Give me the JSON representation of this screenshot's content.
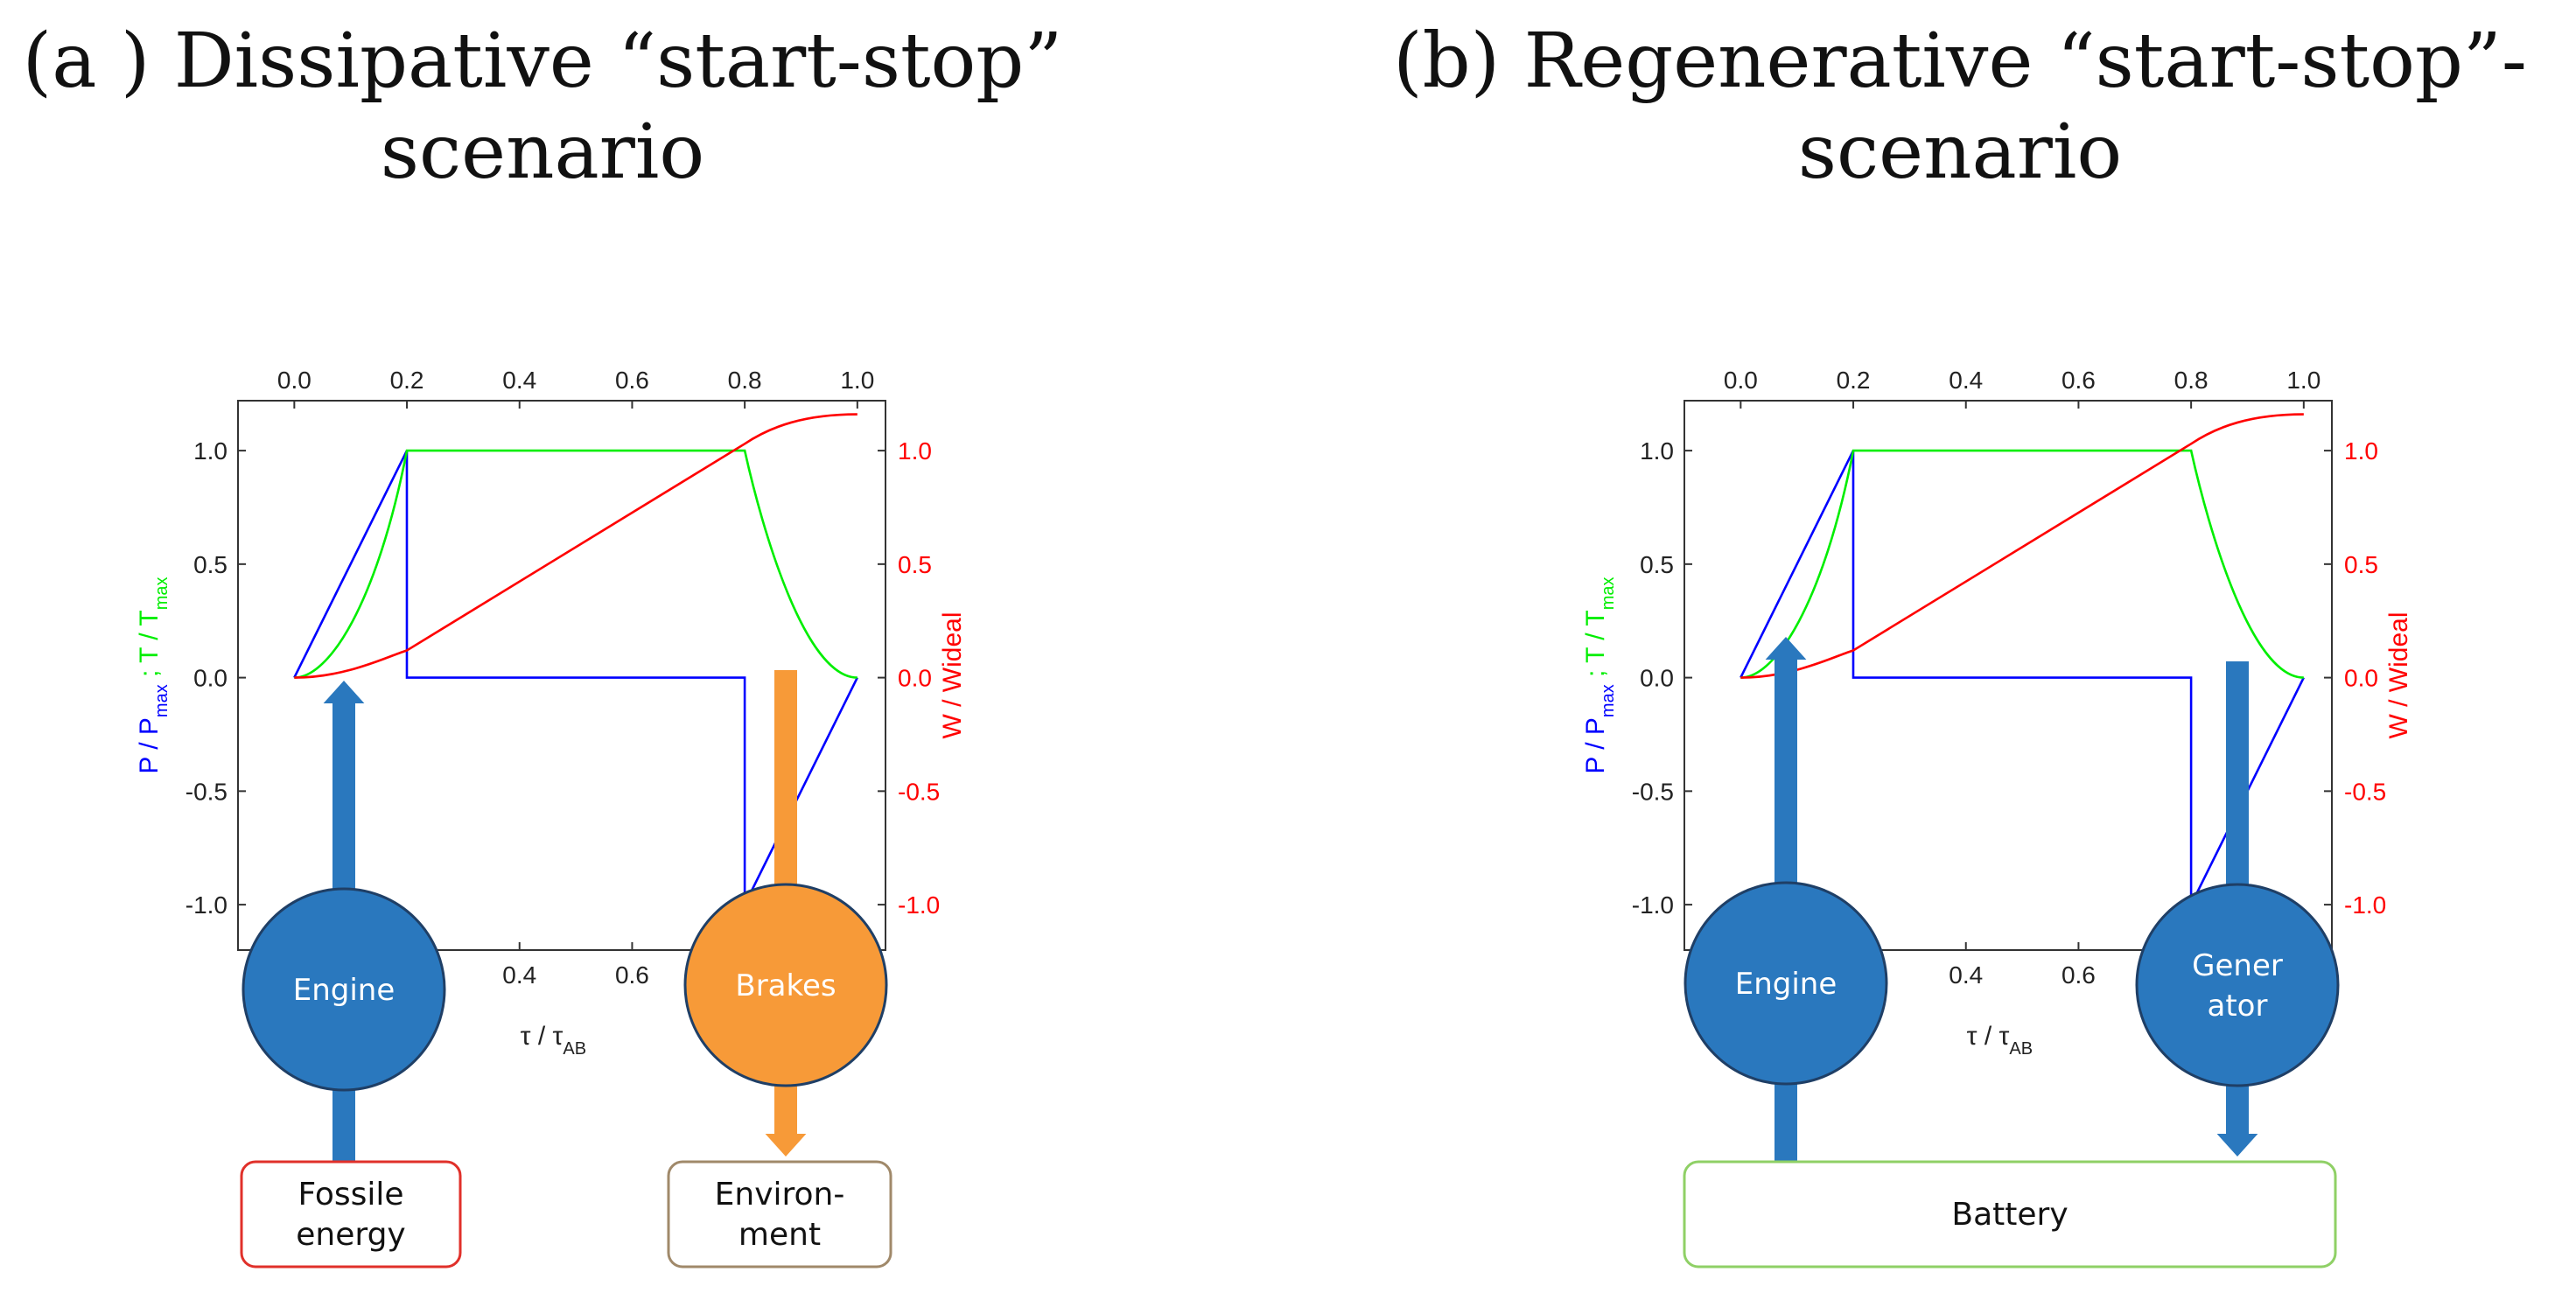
{
  "titles": {
    "a_line1": "(a ) Dissipative “start-stop”",
    "a_line2": "scenario",
    "b_line1": "(b) Regenerative “start-stop”-",
    "b_line2": "scenario"
  },
  "colors": {
    "power": "#0000ff",
    "temperature": "#00ee00",
    "work": "#ff0000",
    "engine_node": "#2a78be",
    "brakes_node": "#f79a38",
    "generator_node": "#2a78be",
    "arrow_blue": "#2a78be",
    "arrow_orange": "#f79a38",
    "fossile_border": "#e0302a",
    "environment_border": "#a0896a",
    "battery_border": "#8fd066"
  },
  "chart_data": [
    {
      "type": "line",
      "panel": "a",
      "xlabel": "τ / τAB",
      "ylabel_left": "P / Pmax ; T / Tmax",
      "ylabel_right": "W / Wideal",
      "xlim": [
        -0.1,
        1.05
      ],
      "ylim": [
        -1.2,
        1.22
      ],
      "x_ticks_top": [
        "0.0",
        "0.2",
        "0.4",
        "0.6",
        "0.8",
        "1.0"
      ],
      "x_ticks_bottom": [
        "0.4",
        "0.6"
      ],
      "y_ticks_left": [
        "1.0",
        "0.5",
        "0.0",
        "-0.5",
        "-1.0"
      ],
      "y_ticks_right": [
        "1.0",
        "0.5",
        "0.0",
        "-0.5",
        "-1.0"
      ],
      "series": [
        {
          "name": "P / Pmax",
          "color": "#0000ff",
          "points": [
            [
              0,
              0
            ],
            [
              0.2,
              1
            ],
            [
              0.2,
              0
            ],
            [
              0.8,
              0
            ],
            [
              0.8,
              -1
            ],
            [
              1,
              0
            ]
          ]
        },
        {
          "name": "T / Tmax",
          "color": "#00ee00",
          "points": [
            [
              0,
              0
            ],
            [
              0.1,
              0.25
            ],
            [
              0.2,
              1
            ],
            [
              0.8,
              1
            ],
            [
              0.9,
              0.25
            ],
            [
              1,
              0
            ]
          ]
        },
        {
          "name": "W / Wideal",
          "color": "#ff0000",
          "points": [
            [
              0,
              0
            ],
            [
              0.1,
              0.03
            ],
            [
              0.2,
              0.12
            ],
            [
              0.8,
              1.03
            ],
            [
              0.9,
              1.14
            ],
            [
              1,
              1.16
            ]
          ]
        }
      ],
      "annotations": {
        "source_node": "Engine",
        "sink_node": "Brakes",
        "source_box": [
          "Fossile",
          "energy"
        ],
        "sink_box": [
          "Environ-",
          "ment"
        ]
      }
    },
    {
      "type": "line",
      "panel": "b",
      "xlabel": "τ / τAB",
      "ylabel_left": "P / Pmax ; T / Tmax",
      "ylabel_right": "W / Wideal",
      "xlim": [
        -0.1,
        1.05
      ],
      "ylim": [
        -1.2,
        1.22
      ],
      "x_ticks_top": [
        "0.0",
        "0.2",
        "0.4",
        "0.6",
        "0.8",
        "1.0"
      ],
      "x_ticks_bottom": [
        "0.4",
        "0.6"
      ],
      "y_ticks_left": [
        "1.0",
        "0.5",
        "0.0",
        "-0.5",
        "-1.0"
      ],
      "y_ticks_right": [
        "1.0",
        "0.5",
        "0.0",
        "-0.5",
        "-1.0"
      ],
      "series": [
        {
          "name": "P / Pmax",
          "color": "#0000ff",
          "points": [
            [
              0,
              0
            ],
            [
              0.2,
              1
            ],
            [
              0.2,
              0
            ],
            [
              0.8,
              0
            ],
            [
              0.8,
              -1
            ],
            [
              1,
              0
            ]
          ]
        },
        {
          "name": "T / Tmax",
          "color": "#00ee00",
          "points": [
            [
              0,
              0
            ],
            [
              0.1,
              0.25
            ],
            [
              0.2,
              1
            ],
            [
              0.8,
              1
            ],
            [
              0.9,
              0.25
            ],
            [
              1,
              0
            ]
          ]
        },
        {
          "name": "W / Wideal",
          "color": "#ff0000",
          "points": [
            [
              0,
              0
            ],
            [
              0.1,
              0.03
            ],
            [
              0.2,
              0.12
            ],
            [
              0.8,
              1.03
            ],
            [
              0.9,
              1.14
            ],
            [
              1,
              1.16
            ]
          ]
        }
      ],
      "annotations": {
        "source_node": "Engine",
        "sink_node": [
          "Gener",
          "ator"
        ],
        "shared_box": "Battery"
      }
    }
  ]
}
